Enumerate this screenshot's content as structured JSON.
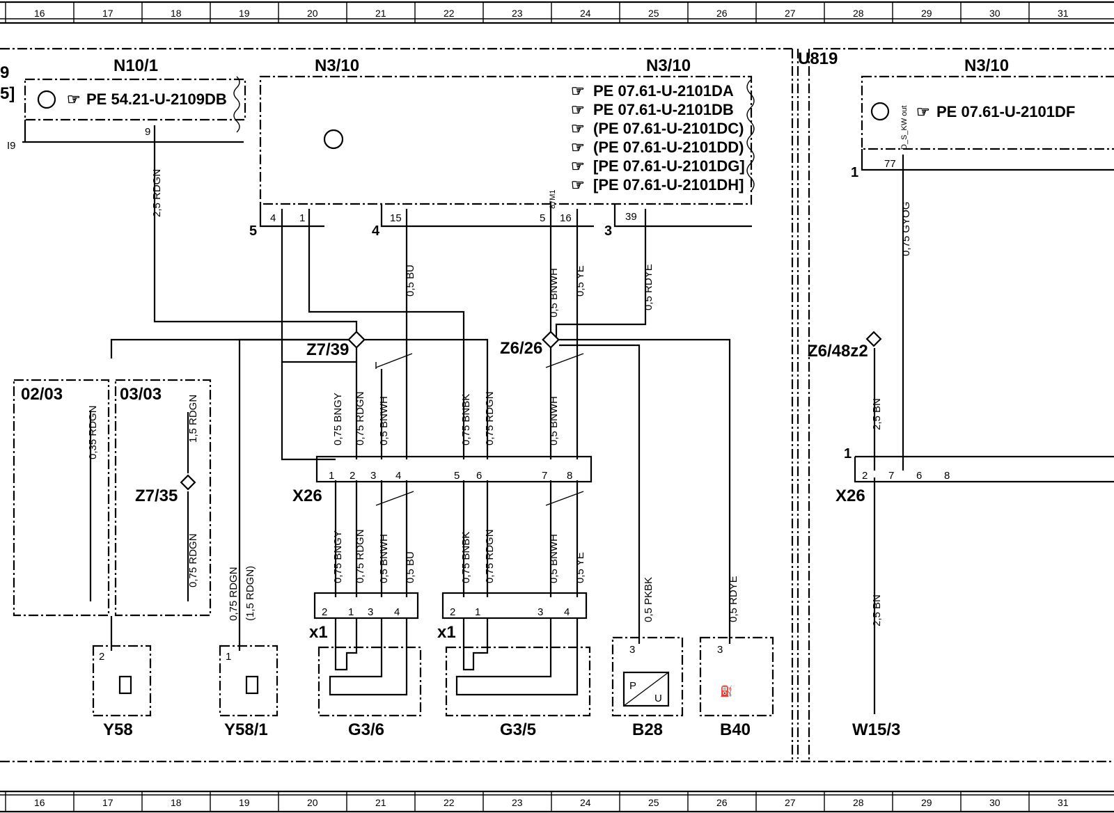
{
  "ruler": {
    "columns": [
      "16",
      "17",
      "18",
      "19",
      "20",
      "21",
      "22",
      "23",
      "24",
      "25",
      "26",
      "27",
      "28",
      "29",
      "30",
      "31"
    ]
  },
  "components": {
    "n10_1": {
      "name": "N10/1",
      "ref": "PE  54.21-U-2109DB",
      "pin": "9"
    },
    "n3_10_left": {
      "name": "N3/10"
    },
    "n3_10_mid": {
      "name": "N3/10",
      "refs": [
        "PE  07.61-U-2101DA",
        "PE  07.61-U-2101DB",
        "(PE  07.61-U-2101DC)",
        "(PE  07.61-U-2101DD)",
        "[PE  07.61-U-2101DG]",
        "[PE  07.61-U-2101DH]"
      ],
      "pins": [
        "4",
        "1",
        "15",
        "5",
        "16",
        "39"
      ],
      "groups": [
        "5",
        "4",
        "3"
      ],
      "small": "87M1"
    },
    "u819": {
      "name": "U819"
    },
    "n3_10_right": {
      "name": "N3/10",
      "ref": "PE  07.61-U-2101DF",
      "pin": "77",
      "signal": "D_S_KW out",
      "group": "1"
    },
    "z7_39": "Z7/39",
    "z6_26": "Z6/26",
    "z6_48z2": "Z6/48z2",
    "z7_35": "Z7/35",
    "x26_left": {
      "name": "X26",
      "pins": [
        "1",
        "2",
        "3",
        "4",
        "5",
        "6",
        "7",
        "8"
      ]
    },
    "x26_right": {
      "name": "X26",
      "pins": [
        "2",
        "7",
        "6",
        "8"
      ],
      "group": "1"
    },
    "x1_a": {
      "name": "x1",
      "pins": [
        "2",
        "1",
        "3",
        "4"
      ]
    },
    "x1_b": {
      "name": "x1",
      "pins": [
        "2",
        "1",
        "3",
        "4"
      ]
    },
    "refs": {
      "left": "02/03",
      "right": "03/03"
    },
    "bottom": {
      "y58": {
        "name": "Y58",
        "pin": "2"
      },
      "y58_1": {
        "name": "Y58/1",
        "pin": "1"
      },
      "g3_6": "G3/6",
      "g3_5": "G3/5",
      "b28": {
        "name": "B28",
        "pin": "3"
      },
      "b40": {
        "name": "B40",
        "pin": "3"
      },
      "w15_3": "W15/3"
    },
    "edge_left": {
      "top": "9",
      "mid": "5]",
      "pin": "I9"
    }
  },
  "wires": {
    "w1": "2,5  RDGN",
    "w2": "0,5  BU",
    "w3": "0,5  BNWH",
    "w4": "0,5  YE",
    "w5": "0,5  RDYE",
    "w6": "0,75  GYOG",
    "w7": "0,35  RDGN",
    "w8": "1,5  RDGN",
    "w9": "0,75  RDGN",
    "w10": "0,75  BNGY",
    "w11": "0,75  RDGN",
    "w12": "0,5  BNWH",
    "w13": "0,75  BNBK",
    "w14": "0,75  RDGN",
    "w15": "0,5  BNWH",
    "w16": "0,75  BNGY",
    "w17": "0,75  RDGN",
    "w18": "0,5  BNWH",
    "w19": "0,5  BU",
    "w20": "0,75  BNBK",
    "w21": "0,75  RDGN",
    "w22": "0,5  BNWH",
    "w23": "0,5  YE",
    "w24": "0,5  PKBK",
    "w25": "0,5  RDYE",
    "w26": "0,75  RDGN",
    "w27": "(1,5  RDGN)",
    "w28": "2,5  BN",
    "w29": "2,5  BN"
  }
}
